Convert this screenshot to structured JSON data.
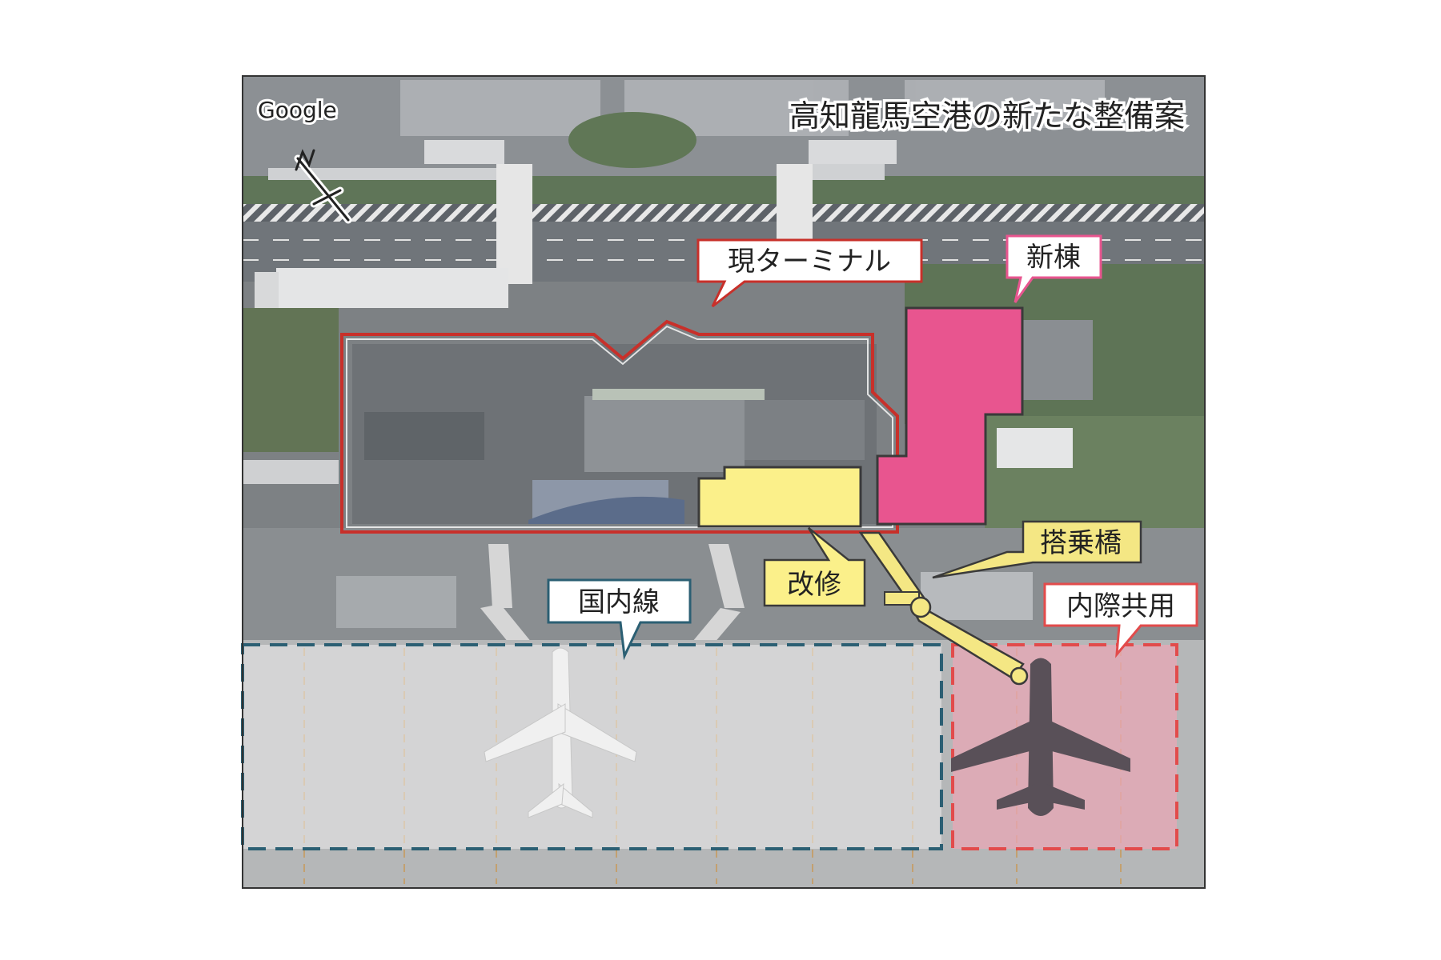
{
  "map": {
    "title": "高知龍馬空港の新たな整備案",
    "attribution": "Google",
    "north_arrow_icon": "north-arrow-icon",
    "labels": {
      "current_terminal": "現ターミナル",
      "new_building": "新棟",
      "boarding_bridge": "搭乗橋",
      "renovation": "改修",
      "domestic": "国内線",
      "intl_shared": "内際共用"
    },
    "colors": {
      "terminal_outline": "#c8302a",
      "new_building": "#e8558f",
      "renovation": "#fbf08a",
      "bridge": "#f4e784",
      "domestic_box": "#2b5f73",
      "intl_box": "#e24b4b",
      "intl_fill": "#e9a7b5",
      "domestic_fill": "#ededed"
    }
  }
}
